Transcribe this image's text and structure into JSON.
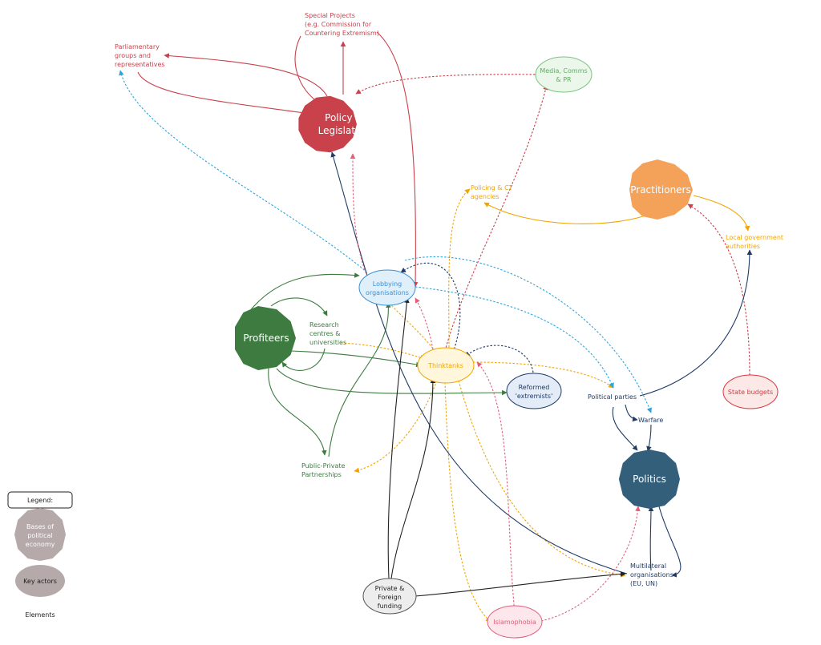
{
  "nodes": {
    "policy": {
      "label": [
        "Policy &",
        "Legislation"
      ],
      "color": "#c8414b"
    },
    "practitioners": {
      "label": [
        "Practitioners"
      ],
      "color": "#f4a259"
    },
    "profiteers": {
      "label": [
        "Profiteers"
      ],
      "color": "#3d7b41"
    },
    "politics": {
      "label": [
        "Politics"
      ],
      "color": "#345f7a"
    },
    "media": {
      "label": [
        "Media, Comms",
        "& PR"
      ],
      "color": "#7bc47f"
    },
    "lobbying": {
      "label": [
        "Lobbying",
        "organisations"
      ],
      "color": "#3a8fd8"
    },
    "thinktanks": {
      "label": [
        "Thinktanks"
      ],
      "color": "#f0a500"
    },
    "reformed": {
      "label": [
        "Reformed",
        "'extremists'"
      ],
      "color": "#1f3b66"
    },
    "state_budgets": {
      "label": [
        "State budgets"
      ],
      "color": "#d9373f"
    },
    "private_funding": {
      "label": [
        "Private &",
        "Foreign",
        "funding"
      ],
      "color": "#222222"
    },
    "islamophobia": {
      "label": [
        "Islamophobia"
      ],
      "color": "#e0607a"
    }
  },
  "texts": {
    "special_projects": [
      "Special Projects",
      "(e.g. Commission for",
      "Countering Extremism)"
    ],
    "parliamentary": [
      "Parliamentary",
      "groups and",
      "representatives"
    ],
    "policing": [
      "Policing & CT",
      "agencies"
    ],
    "local_gov": [
      "Local government",
      "authorities"
    ],
    "research": [
      "Research",
      "centres &",
      "universities"
    ],
    "ppp": [
      "Public-Private",
      "Partnerships"
    ],
    "political_parties": [
      "Political parties"
    ],
    "warfare": [
      "Warfare"
    ],
    "multilateral": [
      "Multilateral",
      "organisations",
      "(EU, UN)"
    ]
  },
  "legend": {
    "title": "Legend:",
    "bases": [
      "Bases of",
      "political",
      "economy"
    ],
    "actors": "Key actors",
    "elements": "Elements"
  },
  "colors": {
    "red": "#c8414b",
    "orange": "#f0a500",
    "green": "#3d7b41",
    "navy": "#1f3b66",
    "blue": "#2fa4dc",
    "pink": "#e0607a",
    "black": "#222222"
  }
}
